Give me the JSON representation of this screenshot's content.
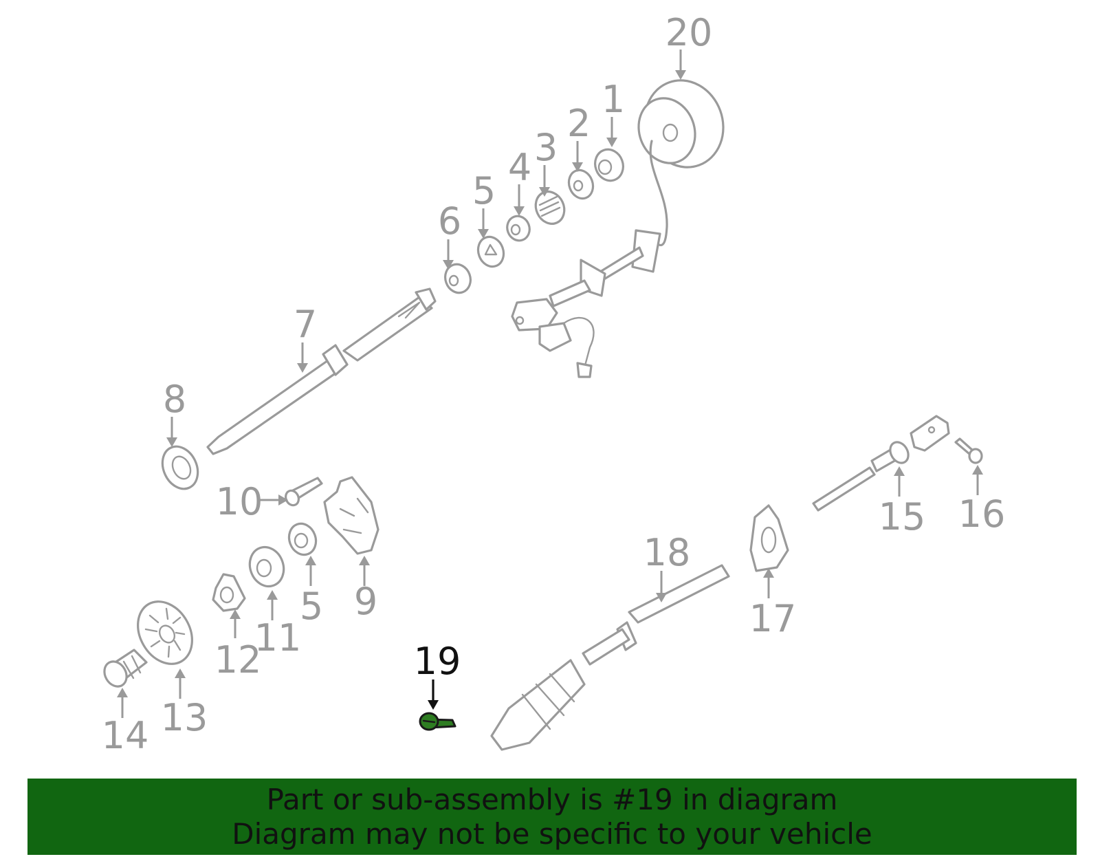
{
  "diagram": {
    "highlight_color": "#2e7d22",
    "part_color": "#9a9a9a",
    "labels": [
      "20",
      "1",
      "2",
      "3",
      "4",
      "5",
      "6",
      "7",
      "8",
      "10",
      "9",
      "5",
      "11",
      "12",
      "13",
      "14",
      "19",
      "18",
      "17",
      "15",
      "16"
    ],
    "highlighted_part": "19"
  },
  "banner": {
    "background": "#116611",
    "line1": "Part or sub-assembly is #19 in diagram",
    "line2": "Diagram may not be specific to your vehicle"
  }
}
